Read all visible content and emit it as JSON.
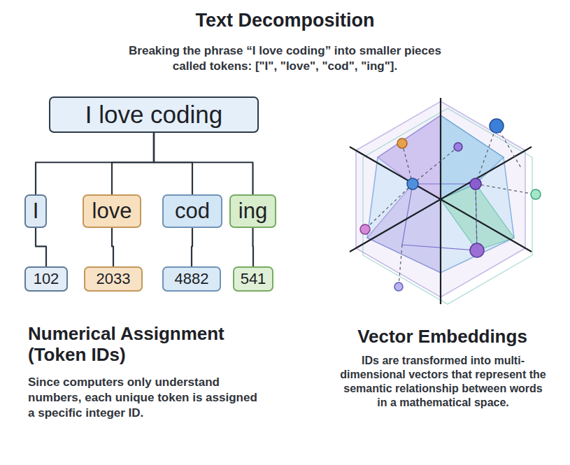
{
  "diagram": {
    "title": "Text Decomposition",
    "nodes": [
      {
        "text": [
          "I love coding"
        ]
      },
      {
        "text": [
          "I"
        ]
      },
      {
        "text": [
          "love"
        ]
      },
      {
        "text": [
          "cod"
        ]
      },
      {
        "text": [
          "ing"
        ]
      },
      {
        "text": [
          "102"
        ]
      },
      {
        "text": [
          "2033"
        ]
      },
      {
        "text": [
          "4882"
        ]
      },
      {
        "text": [
          "541"
        ]
      }
    ],
    "edges": [
      {
        "from": 0,
        "to": 1,
        "arrow": "none"
      },
      {
        "from": 0,
        "to": 2,
        "arrow": "none"
      },
      {
        "from": 0,
        "to": 3,
        "arrow": "none"
      },
      {
        "from": 0,
        "to": 4,
        "arrow": "none"
      },
      {
        "from": 1,
        "to": 5,
        "arrow": "none"
      },
      {
        "from": 2,
        "to": 6,
        "arrow": "none"
      },
      {
        "from": 3,
        "to": 7,
        "arrow": "none"
      },
      {
        "from": 4,
        "to": 8,
        "arrow": "none"
      }
    ],
    "labels": [
      "Breaking the phrase “I love coding” into smaller pieces called tokens: [\"I\", \"love\", \"cod\", \"ing\"].",
      "Numerical Assignment (Token IDs)",
      "Since computers only understand numbers, each unique token is assigned a specific integer ID.",
      "Vector Embeddings",
      "IDs are transformed into multi-dimensional vectors that represent the semantic relationship between words in a mathematical space."
    ]
  }
}
